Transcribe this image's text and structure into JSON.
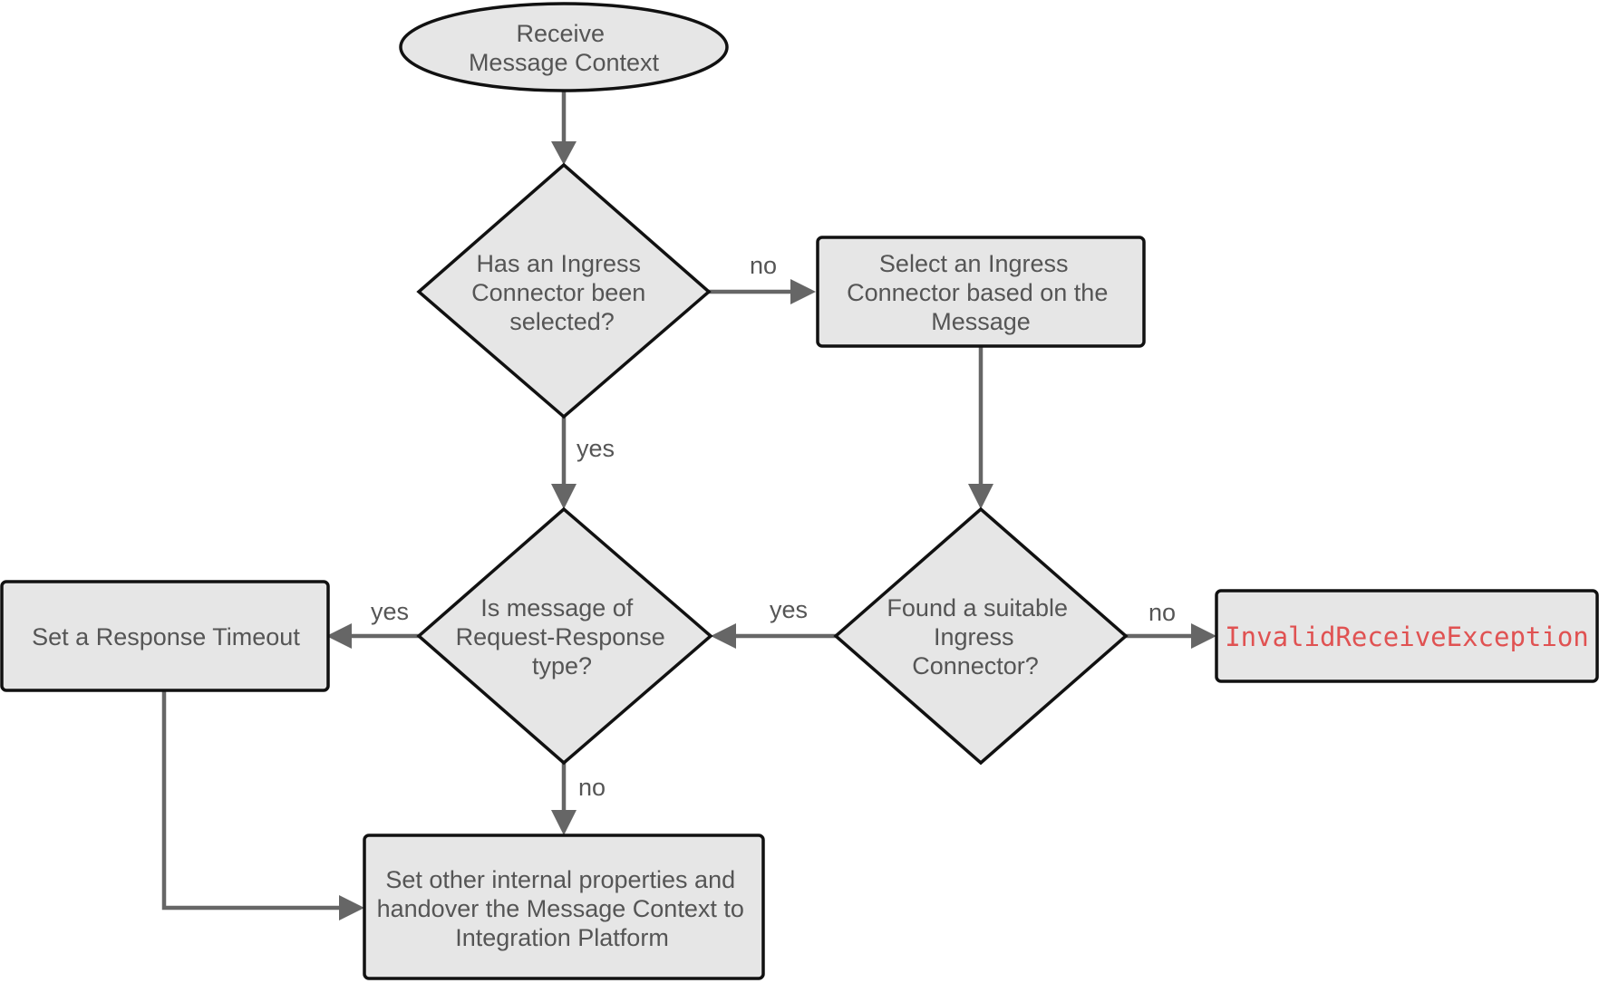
{
  "nodes": {
    "start": {
      "lines": [
        "Receive",
        "Message Context"
      ]
    },
    "decision_selected": {
      "lines": [
        "Has an Ingress",
        "Connector been",
        "selected?"
      ]
    },
    "select_connector": {
      "lines": [
        "Select an Ingress",
        "Connector based on the",
        "Message"
      ]
    },
    "decision_found": {
      "lines": [
        "Found a suitable",
        "Ingress",
        "Connector?"
      ]
    },
    "exception": {
      "lines": [
        "InvalidReceiveException"
      ]
    },
    "decision_request_response": {
      "lines": [
        "Is message of",
        "Request-Response",
        "type?"
      ]
    },
    "set_timeout": {
      "lines": [
        "Set a Response Timeout"
      ]
    },
    "handover": {
      "lines": [
        "Set other internal properties and",
        "handover the Message Context to",
        "Integration Platform"
      ]
    }
  },
  "edges": {
    "selected_no": "no",
    "selected_yes": "yes",
    "found_yes": "yes",
    "found_no": "no",
    "request_response_yes": "yes",
    "request_response_no": "no"
  },
  "colors": {
    "shape_fill": "#e6e6e6",
    "shape_stroke": "#111111",
    "connector": "#666666",
    "text": "#555555",
    "exception_text": "#e05252"
  }
}
